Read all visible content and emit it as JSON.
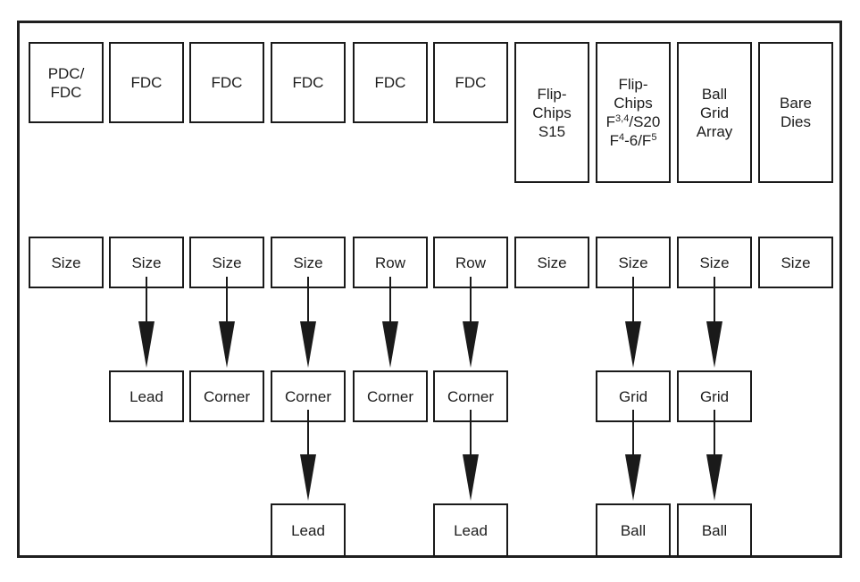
{
  "colors": {
    "ink": "#1a1a1a",
    "background": "#ffffff"
  },
  "columns": [
    {
      "top": {
        "lines": [
          "PDC/",
          "FDC"
        ]
      },
      "row2": "Size"
    },
    {
      "top": {
        "lines": [
          "FDC"
        ]
      },
      "row2": "Size",
      "row3": "Lead"
    },
    {
      "top": {
        "lines": [
          "FDC"
        ]
      },
      "row2": "Size",
      "row3": "Corner"
    },
    {
      "top": {
        "lines": [
          "FDC"
        ]
      },
      "row2": "Size",
      "row3": "Corner",
      "row4": "Lead"
    },
    {
      "top": {
        "lines": [
          "FDC"
        ]
      },
      "row2": "Row",
      "row3": "Corner"
    },
    {
      "top": {
        "lines": [
          "FDC"
        ]
      },
      "row2": "Row",
      "row3": "Corner",
      "row4": "Lead"
    },
    {
      "top": {
        "lines": [
          "Flip-",
          "Chips",
          "S15"
        ]
      },
      "row2": "Size"
    },
    {
      "top": {
        "lines": [
          "Flip-",
          "Chips"
        ],
        "formula1": {
          "pre": "F",
          "sup1": "3,4",
          "mid": "/S20"
        },
        "formula2": {
          "pre": "F",
          "sup1": "4",
          "mid": "-6/F",
          "sup2": "5"
        }
      },
      "row2": "Size",
      "row3": "Grid",
      "row4": "Ball"
    },
    {
      "top": {
        "lines": [
          "Ball",
          "Grid",
          "Array"
        ]
      },
      "row2": "Size",
      "row3": "Grid",
      "row4": "Ball"
    },
    {
      "top": {
        "lines": [
          "Bare",
          "Dies"
        ]
      },
      "row2": "Size"
    }
  ]
}
